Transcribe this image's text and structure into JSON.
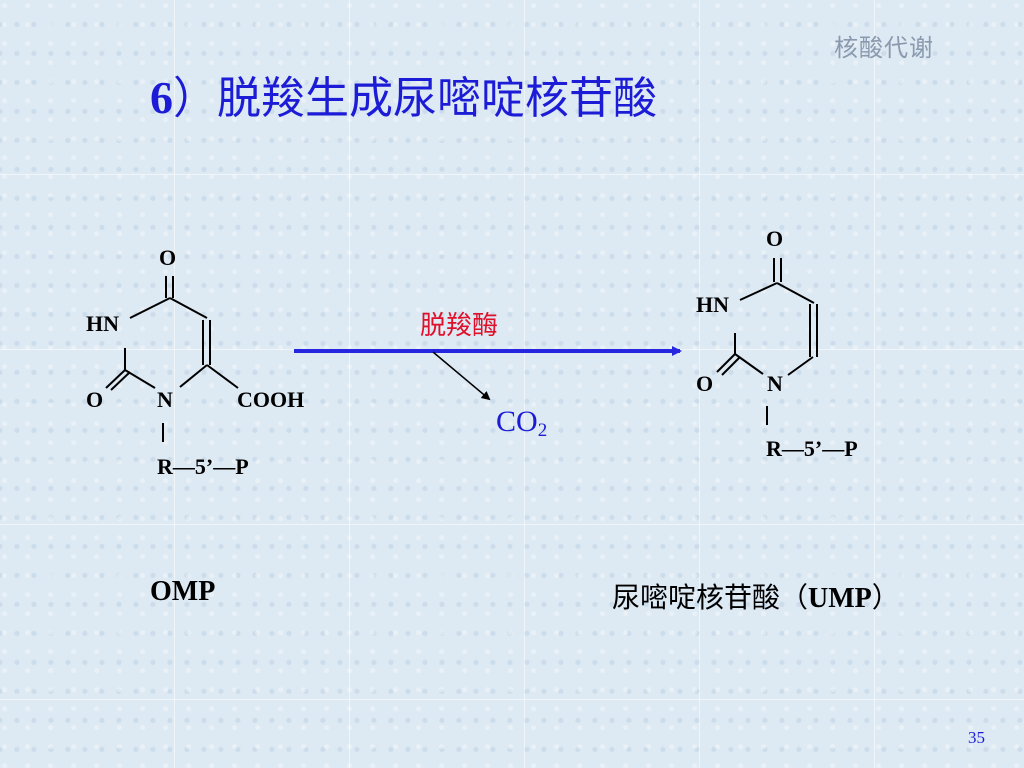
{
  "header": {
    "corner_label": "核酸代谢"
  },
  "title": {
    "number": "6",
    "text": "）脱羧生成尿嘧啶核苷酸"
  },
  "reaction": {
    "enzyme": "脱羧酶",
    "byproduct_main": "CO",
    "byproduct_sub": "2",
    "arrow_color": "#2626e0",
    "enzyme_color": "#e0102a"
  },
  "omp_structure": {
    "atom_o_top": "O",
    "atom_hn": "HN",
    "atom_o_left": "O",
    "atom_n": "N",
    "group_cooh": "COOH",
    "sugar_phosphate": "R—5’—P"
  },
  "ump_structure": {
    "atom_o_top": "O",
    "atom_hn": "HN",
    "atom_o_left": "O",
    "atom_n": "N",
    "sugar_phosphate": "R—5’—P"
  },
  "labels": {
    "omp": "OMP",
    "ump_cn": "尿嘧啶核苷酸（",
    "ump_abbr": "UMP",
    "ump_close": "）"
  },
  "footer": {
    "page_number": "35"
  },
  "colors": {
    "title": "#1c1cd6",
    "background": "#dde9f3"
  }
}
